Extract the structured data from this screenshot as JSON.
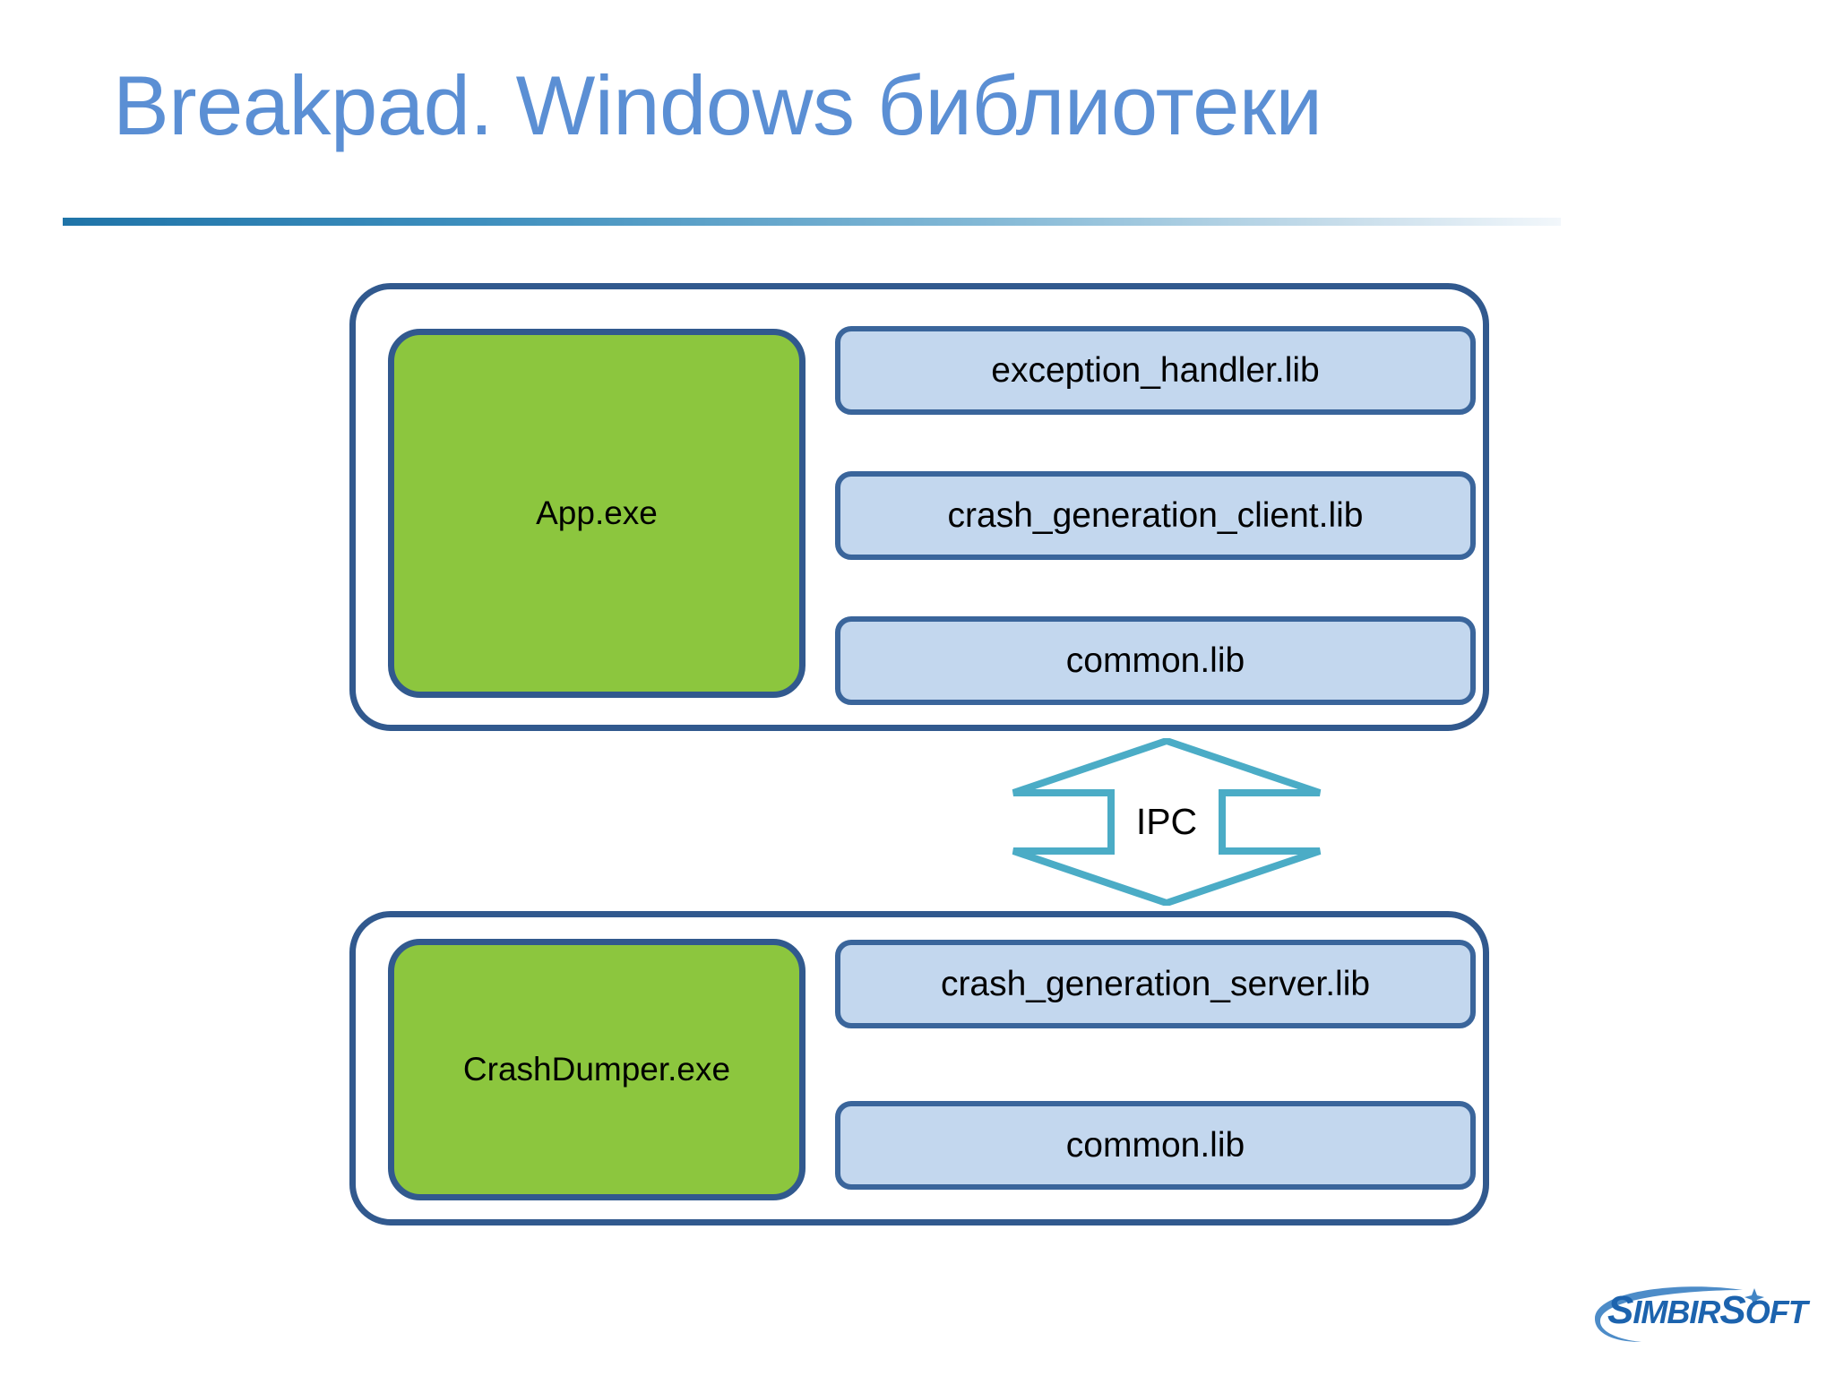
{
  "slide": {
    "title": "Breakpad. Windows библиотеки",
    "title_color": "#5B8FD4",
    "rule_color": "#1F74A8",
    "background": "#FFFFFF"
  },
  "diagram": {
    "type": "block-diagram",
    "exe_fill": "#8CC63E",
    "lib_fill": "#C3D7EE",
    "border_color": "#31598E",
    "arrow_color": "#4BACC6",
    "processes": [
      {
        "name": "app-process",
        "executable": "App.exe",
        "libraries": [
          "exception_handler.lib",
          "crash_generation_client.lib",
          "common.lib"
        ]
      },
      {
        "name": "crashdumper-process",
        "executable": "CrashDumper.exe",
        "libraries": [
          "crash_generation_server.lib",
          "common.lib"
        ]
      }
    ],
    "connector": {
      "label": "IPC",
      "direction": "bidirectional-vertical"
    }
  },
  "logo": {
    "prefix": "S",
    "word_one": "IMBIR",
    "middle": "S",
    "word_two": "OFT",
    "full_text": "SimbirSoft",
    "color": "#1C63AE"
  }
}
